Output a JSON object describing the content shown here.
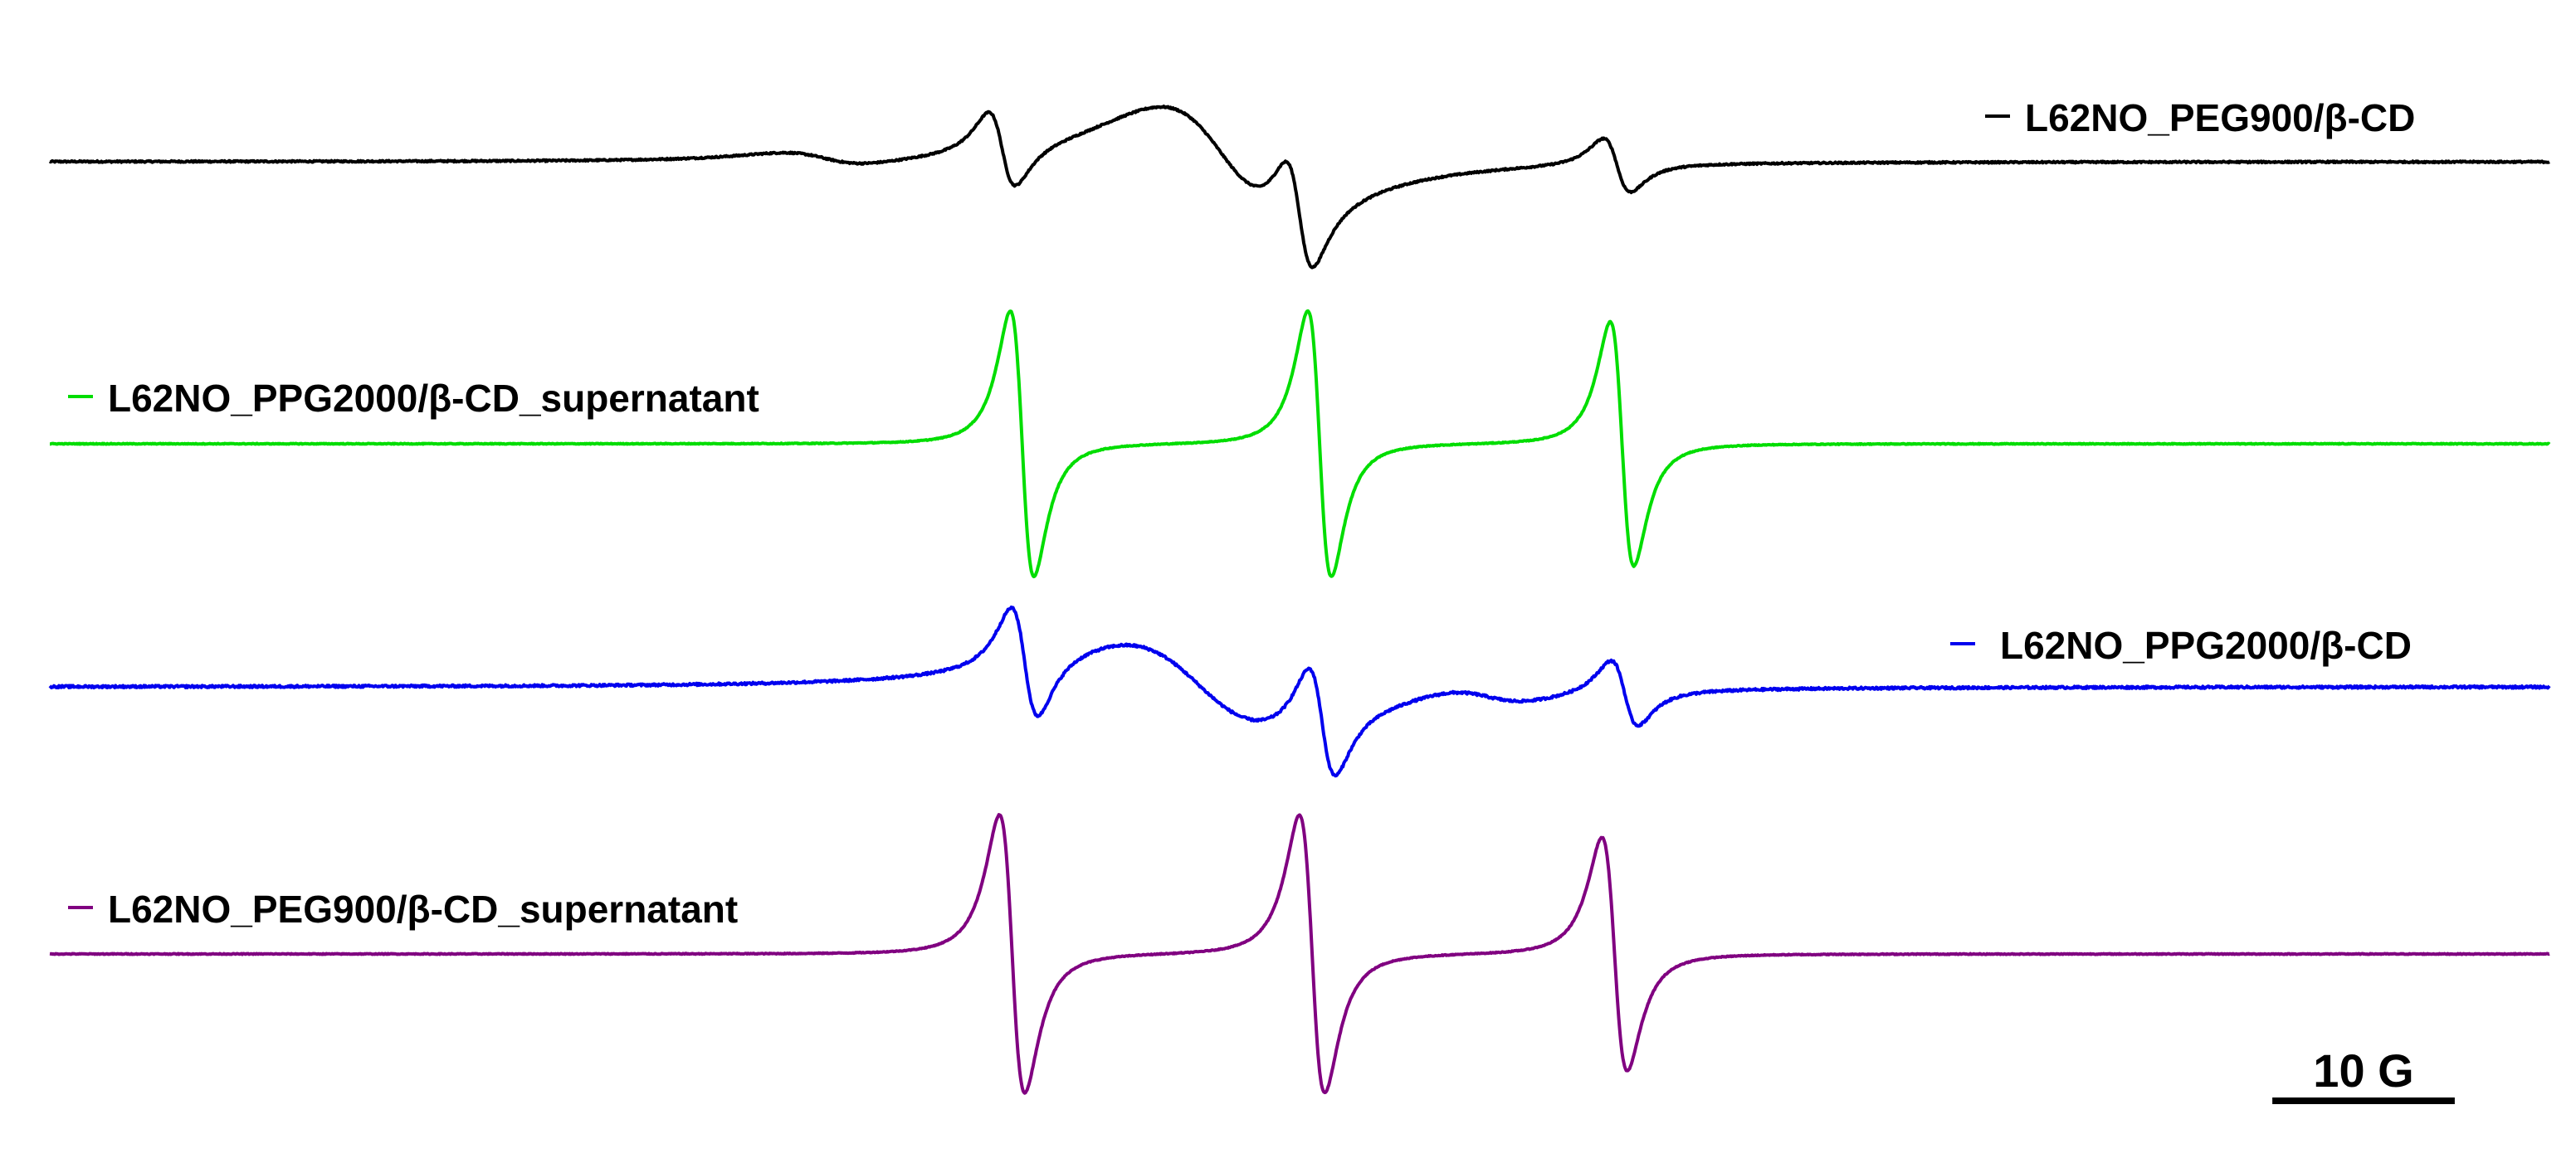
{
  "chart_data": {
    "type": "line",
    "title": "",
    "xlabel": "",
    "ylabel": "",
    "grid": false,
    "axes_visible": false,
    "xlim": [
      0,
      100
    ],
    "ylim": [
      -1,
      1
    ],
    "scale_bar": {
      "label": "10 G",
      "length_x": 7.3
    },
    "series": [
      {
        "name": "L62NO_PEG900/β-CD",
        "color": "#000000",
        "noise": 0.012,
        "legend_position": "right",
        "peaks": [
          {
            "center": 38.1,
            "width": 0.95,
            "amp": 0.6
          },
          {
            "center": 50.0,
            "width": 0.95,
            "amp": 0.85
          },
          {
            "center": 62.7,
            "width": 0.95,
            "amp": 0.42
          }
        ],
        "broad": [
          {
            "center": 47.0,
            "width": 4.5,
            "amp": 0.85
          },
          {
            "center": 31.0,
            "width": 3.0,
            "amp": 0.1
          }
        ]
      },
      {
        "name": "L62NO_PPG2000/β-CD_supernatant",
        "color": "#00dd00",
        "noise": 0.003,
        "legend_position": "left",
        "peaks": [
          {
            "center": 38.9,
            "width": 0.82,
            "amp": 1.0
          },
          {
            "center": 50.8,
            "width": 0.82,
            "amp": 1.0
          },
          {
            "center": 62.9,
            "width": 0.82,
            "amp": 0.92
          }
        ],
        "broad": []
      },
      {
        "name": "L62NO_PPG2000/β-CD",
        "color": "#0000ee",
        "noise": 0.014,
        "legend_position": "right",
        "peaks": [
          {
            "center": 39.0,
            "width": 0.95,
            "amp": 0.72
          },
          {
            "center": 50.9,
            "width": 0.95,
            "amp": 0.72
          },
          {
            "center": 63.0,
            "width": 0.95,
            "amp": 0.42
          }
        ],
        "broad": [
          {
            "center": 46.0,
            "width": 5.5,
            "amp": 0.55
          },
          {
            "center": 57.5,
            "width": 3.0,
            "amp": 0.1
          }
        ]
      },
      {
        "name": "L62NO_PEG900/β-CD_supernatant",
        "color": "#800080",
        "noise": 0.003,
        "legend_position": "left",
        "peaks": [
          {
            "center": 38.5,
            "width": 0.88,
            "amp": 1.0
          },
          {
            "center": 50.5,
            "width": 0.88,
            "amp": 1.0
          },
          {
            "center": 62.6,
            "width": 0.88,
            "amp": 0.84
          }
        ],
        "broad": []
      }
    ]
  }
}
